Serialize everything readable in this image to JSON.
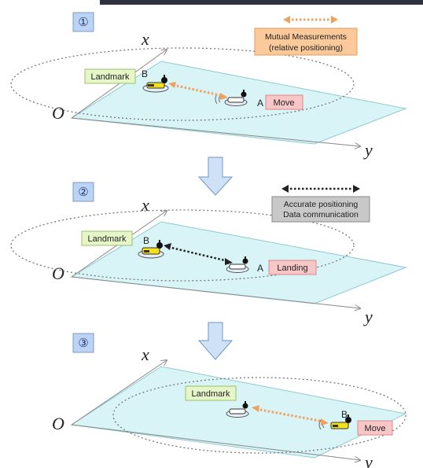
{
  "steps": [
    {
      "number": "①",
      "axis_x": "x",
      "axis_y": "y",
      "origin": "O",
      "landmark_label": "Landmark",
      "robot_b": "B",
      "robot_a": "A",
      "action_label": "Move",
      "legend": {
        "line1": "Mutual Measurements",
        "line2": "(relative positioning)"
      }
    },
    {
      "number": "②",
      "axis_x": "x",
      "axis_y": "y",
      "origin": "O",
      "landmark_label": "Landmark",
      "robot_b": "B",
      "robot_a": "A",
      "action_label": "Landing",
      "legend": {
        "line1": "Accurate positioning",
        "line2": "Data communication"
      }
    },
    {
      "number": "③",
      "axis_x": "x",
      "axis_y": "y",
      "origin": "O",
      "landmark_label": "Landmark",
      "robot_a": "A",
      "robot_b": "B",
      "action_label": "Move"
    }
  ],
  "colors": {
    "plane_fill": "#d8f4f6",
    "plane_stroke": "#8fc9d3",
    "step_box_fill": "#bcd3f3",
    "landmark_fill": "#e6f6c9",
    "landmark_stroke": "#9cc06a",
    "action_fill": "#f8c6c6",
    "action_stroke": "#d98a8a",
    "orange_arrow": "#f0a060",
    "legend1_fill": "#fbc99a",
    "legend2_fill": "#c8c8c8",
    "down_arrow_fill": "#cfe1f7",
    "down_arrow_stroke": "#6f95c5"
  }
}
